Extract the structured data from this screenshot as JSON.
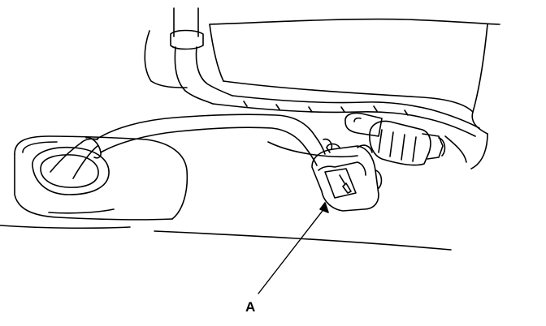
{
  "callouts": [
    {
      "id": "A",
      "label": "A",
      "target": "harness-connector"
    }
  ],
  "colors": {
    "line": "#000000",
    "background": "#ffffff"
  }
}
